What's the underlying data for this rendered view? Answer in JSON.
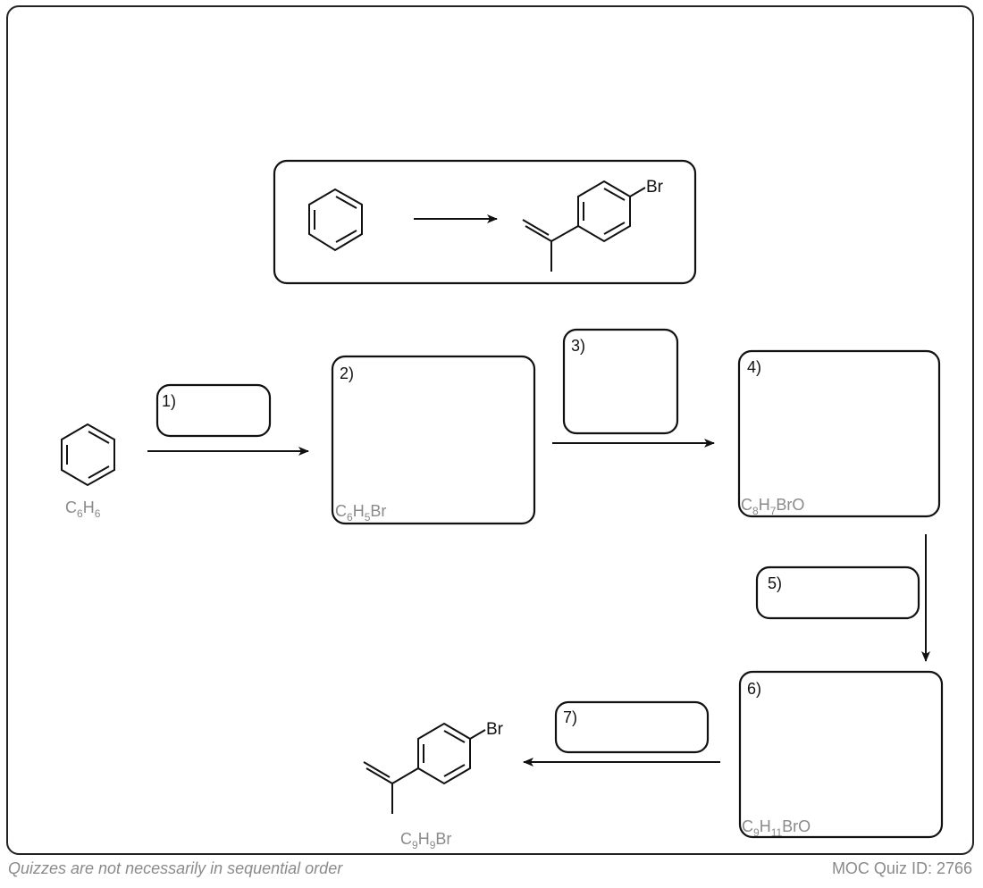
{
  "boxes": {
    "b1": "1)",
    "b2": "2)",
    "b3": "3)",
    "b4": "4)",
    "b5": "5)",
    "b6": "6)",
    "b7": "7)"
  },
  "formulas": {
    "start": {
      "c": "C",
      "cn": "6",
      "h": "H",
      "hn": "6",
      "rest": ""
    },
    "b2": {
      "c": "C",
      "cn": "6",
      "h": "H",
      "hn": "5",
      "rest": "Br"
    },
    "b4": {
      "c": "C",
      "cn": "8",
      "h": "H",
      "hn": "7",
      "rest": "BrO"
    },
    "b6": {
      "c": "C",
      "cn": "9",
      "h": "H",
      "hn": "11",
      "rest": "BrO"
    },
    "product": {
      "c": "C",
      "cn": "9",
      "h": "H",
      "hn": "9",
      "rest": "Br"
    }
  },
  "atoms": {
    "top_br": "Br",
    "product_br": "Br"
  },
  "footer": {
    "left": "Quizzes are not necessarily in sequential order",
    "right": "MOC Quiz ID: 2766"
  },
  "colors": {
    "line": "#111111",
    "formula": "#8a8a8a"
  }
}
